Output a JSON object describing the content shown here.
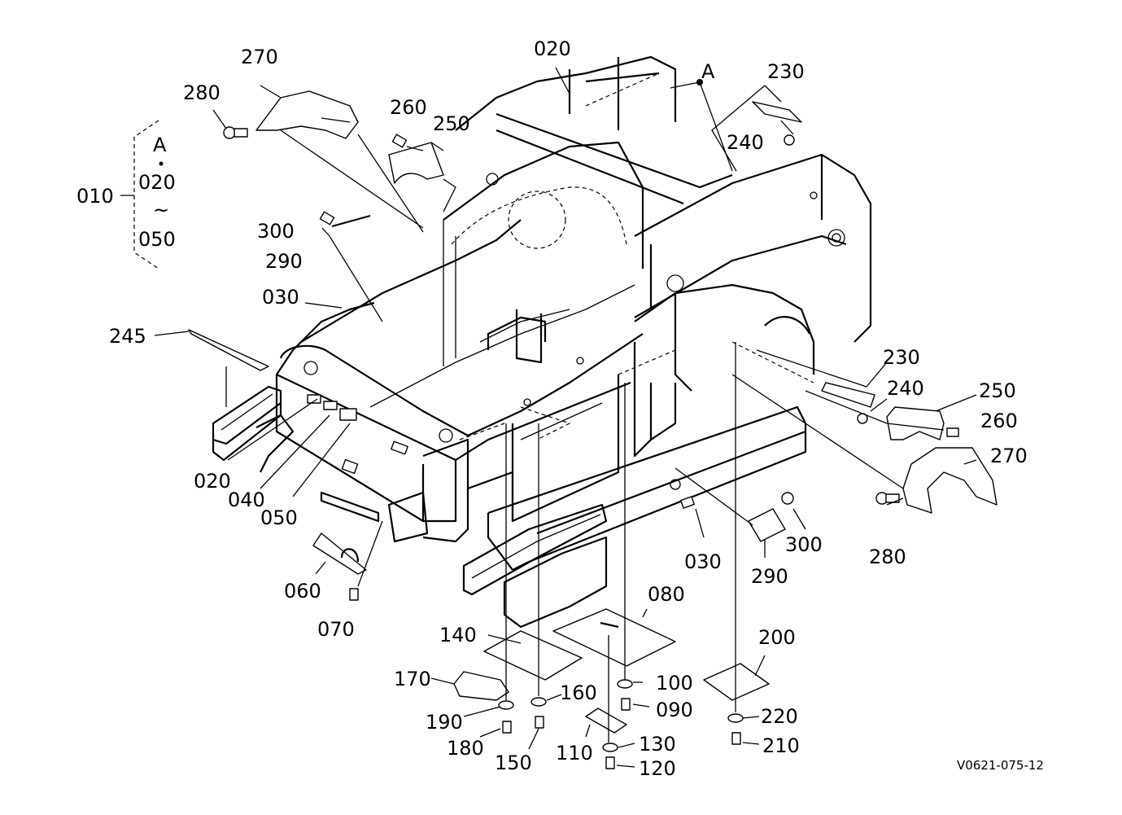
{
  "group": {
    "id": "010",
    "parts": [
      "A",
      "020",
      "~",
      "050"
    ]
  },
  "marker": "A",
  "labels": {
    "p270a": "270",
    "p280a": "280",
    "p020a": "020",
    "pA": "A",
    "p230a": "230",
    "p240a": "240",
    "p260a": "260",
    "p250a": "250",
    "p300a": "300",
    "p290a": "290",
    "p030a": "030",
    "p245": "245",
    "p230b": "230",
    "p240b": "240",
    "p250b": "250",
    "p260b": "260",
    "p270b": "270",
    "p280b": "280",
    "p300b": "300",
    "p290b": "290",
    "p030b": "030",
    "p020b": "020",
    "p040": "040",
    "p050": "050",
    "p060": "060",
    "p070": "070",
    "p080": "080",
    "p140": "140",
    "p170": "170",
    "p160": "160",
    "p100": "100",
    "p090": "090",
    "p190": "190",
    "p180": "180",
    "p150": "150",
    "p110": "110",
    "p130": "130",
    "p120": "120",
    "p200": "200",
    "p220": "220",
    "p210": "210"
  },
  "figure_code": "V0621-075-12"
}
